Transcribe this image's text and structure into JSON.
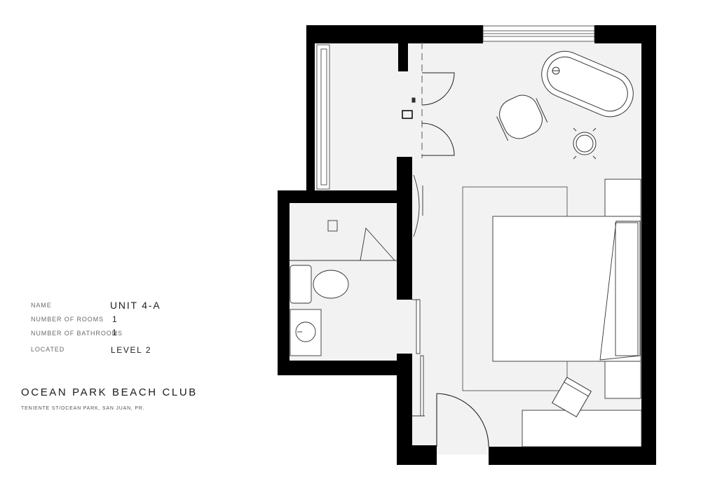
{
  "unit": {
    "name_label": "NAME",
    "name_value": "UNIT 4-A",
    "rooms_label": "NUMBER OF ROOMS",
    "rooms_value": "1",
    "bathrooms_label": "NUMBER OF BATHROOMS",
    "bathrooms_value": "1",
    "located_label": "LOCATED",
    "located_value": "LEVEL 2"
  },
  "project": {
    "title": "OCEAN PARK BEACH CLUB",
    "address": "TENIENTE ST/OCEAN PARK, SAN JUAN, PR."
  },
  "colors": {
    "wall": "#000000",
    "floor": "#f2f2f2",
    "line": "#333333",
    "background": "#ffffff"
  }
}
